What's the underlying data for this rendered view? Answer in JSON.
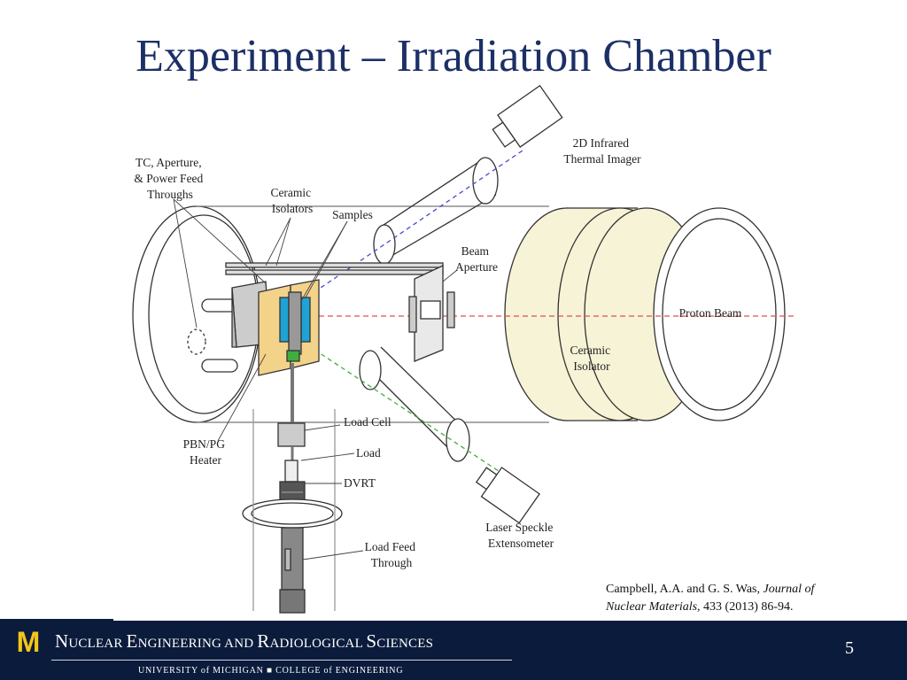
{
  "slide": {
    "title": "Experiment – Irradiation Chamber",
    "page_number": "5"
  },
  "diagram": {
    "labels": {
      "tc": [
        "TC, Aperture,",
        "& Power Feed",
        "Throughs"
      ],
      "ceramic_isolators": [
        "Ceramic",
        "Isolators"
      ],
      "samples": "Samples",
      "infrared": [
        "2D Infrared",
        "Thermal Imager"
      ],
      "beam_aperture": [
        "Beam",
        "Aperture"
      ],
      "proton_beam": "Proton Beam",
      "ceramic_isolator": [
        "Ceramic",
        "Isolator"
      ],
      "heater": [
        "PBN/PG",
        "Heater"
      ],
      "load_cell": "Load Cell",
      "load": "Load",
      "dvrt": "DVRT",
      "laser": [
        "Laser Speckle",
        "Extensometer"
      ],
      "load_feed": [
        "Load Feed",
        "Through"
      ]
    }
  },
  "citation": {
    "authors": "Campbell, A.A. and G. S. Was, ",
    "journal_a": "Journal of",
    "journal_b": "Nuclear Materials",
    "details": ", 433 (2013) 86-94."
  },
  "footer": {
    "dept_parts": [
      "N",
      "UCLEAR ",
      "E",
      "NGINEERING AND ",
      "R",
      "ADIOLOGICAL ",
      "S",
      "CIENCES"
    ],
    "university": "UNIVERSITY of MICHIGAN ■ COLLEGE of ENGINEERING",
    "logo_letter": "M"
  },
  "colors": {
    "title": "#1c2f66",
    "footer_bg": "#0b1b3b",
    "maize": "#f5c518",
    "isolator_fill": "#f7f3d6",
    "heater_fill": "#f3d28a",
    "sample_fill": "#1fa3d6"
  }
}
